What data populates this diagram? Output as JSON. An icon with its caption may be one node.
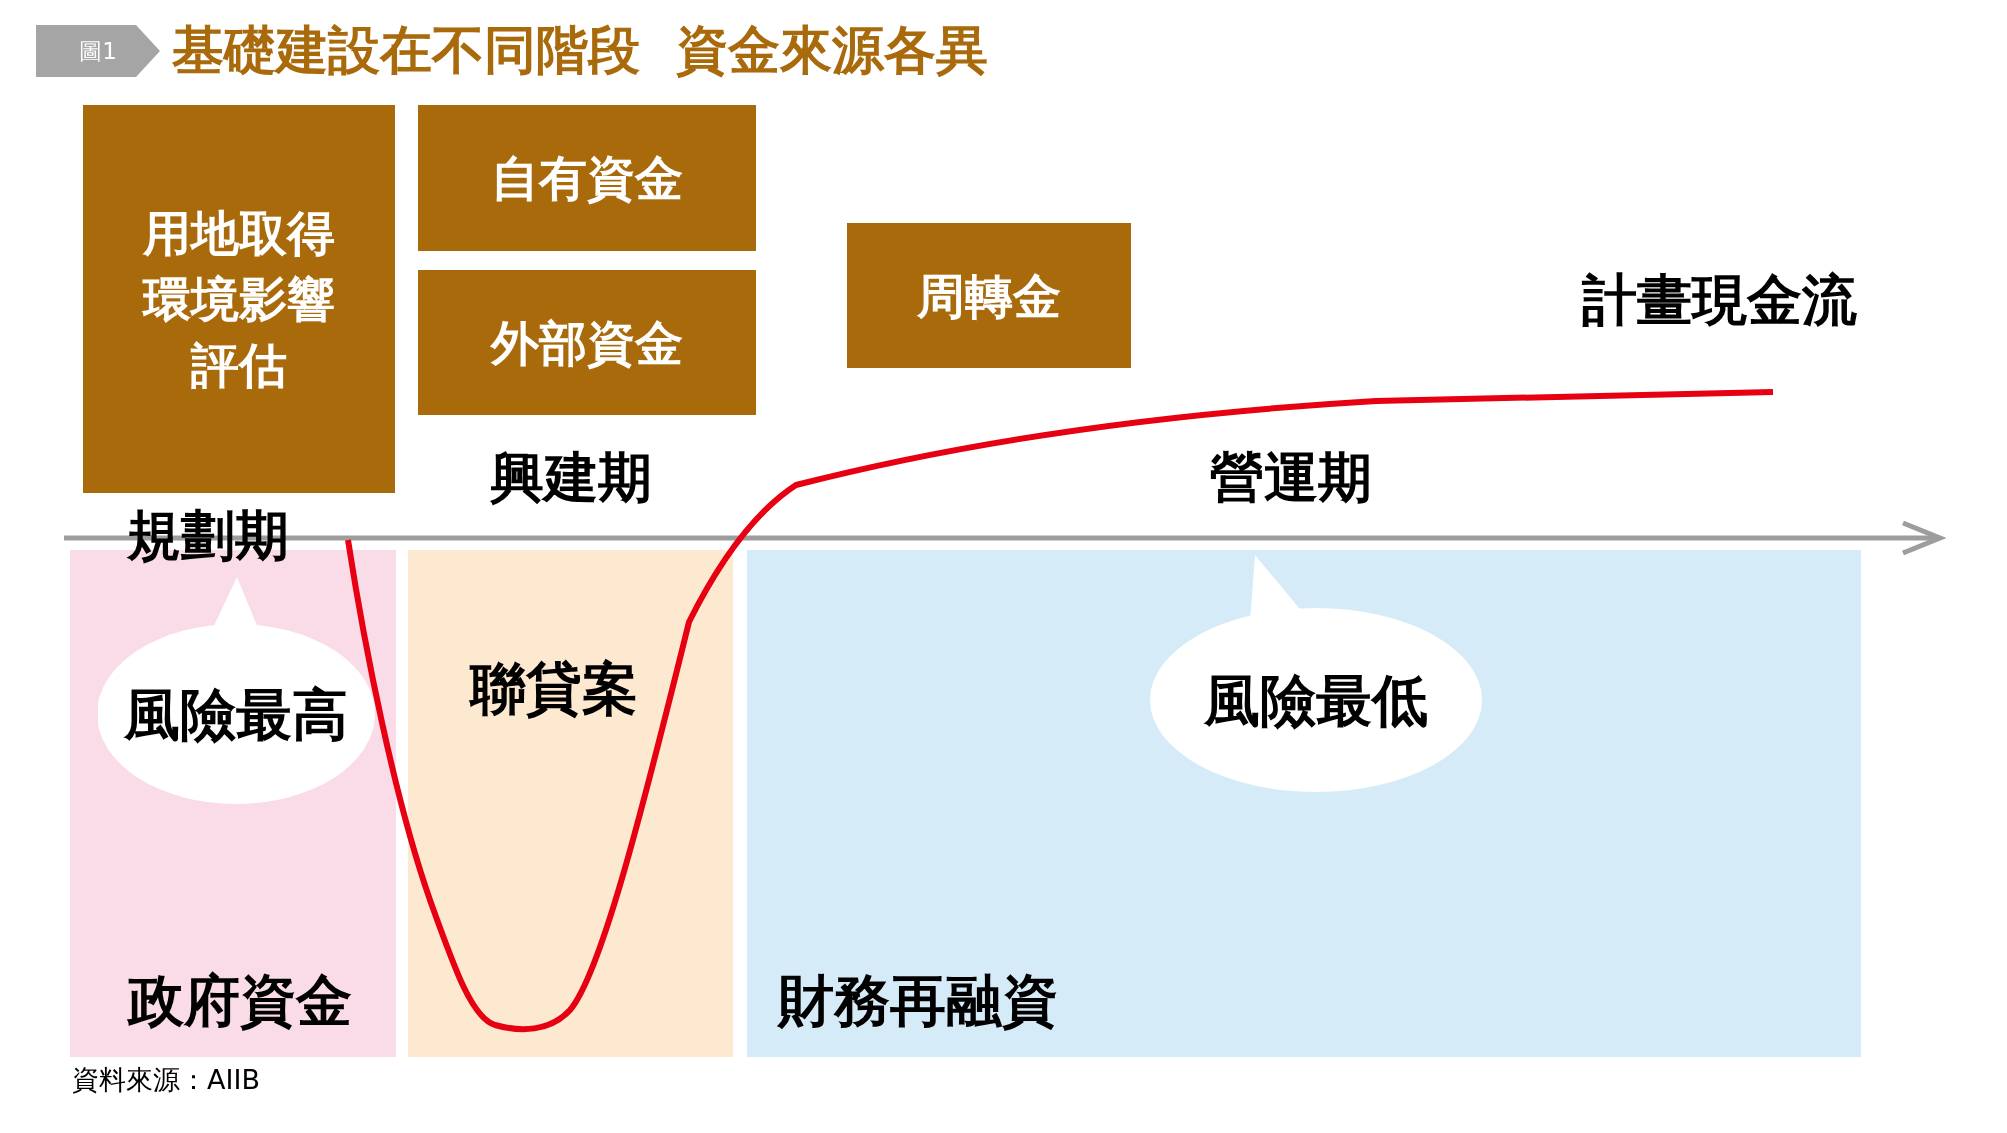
{
  "diagram": {
    "title": "基礎建設在不同階段  資金來源各異",
    "nodes": [
      {
        "text": [
          "圖1"
        ]
      },
      {
        "text": [
          "用地取得環境影響評估"
        ]
      },
      {
        "text": [
          "自有資金"
        ]
      },
      {
        "text": [
          "外部資金"
        ]
      },
      {
        "text": [
          "周轉金"
        ]
      },
      {
        "text": [
          "政府資金"
        ]
      },
      {
        "text": [
          "風險最高"
        ],
        "in": 5
      },
      {
        "text": [
          "聯貸案"
        ]
      },
      {
        "text": [
          "財務再融資"
        ]
      },
      {
        "text": [
          "風險最低"
        ],
        "in": 8
      }
    ],
    "labels": [
      "計畫現金流",
      "興建期",
      "營運期",
      "規劃期",
      "資料來源：AIIB"
    ]
  }
}
